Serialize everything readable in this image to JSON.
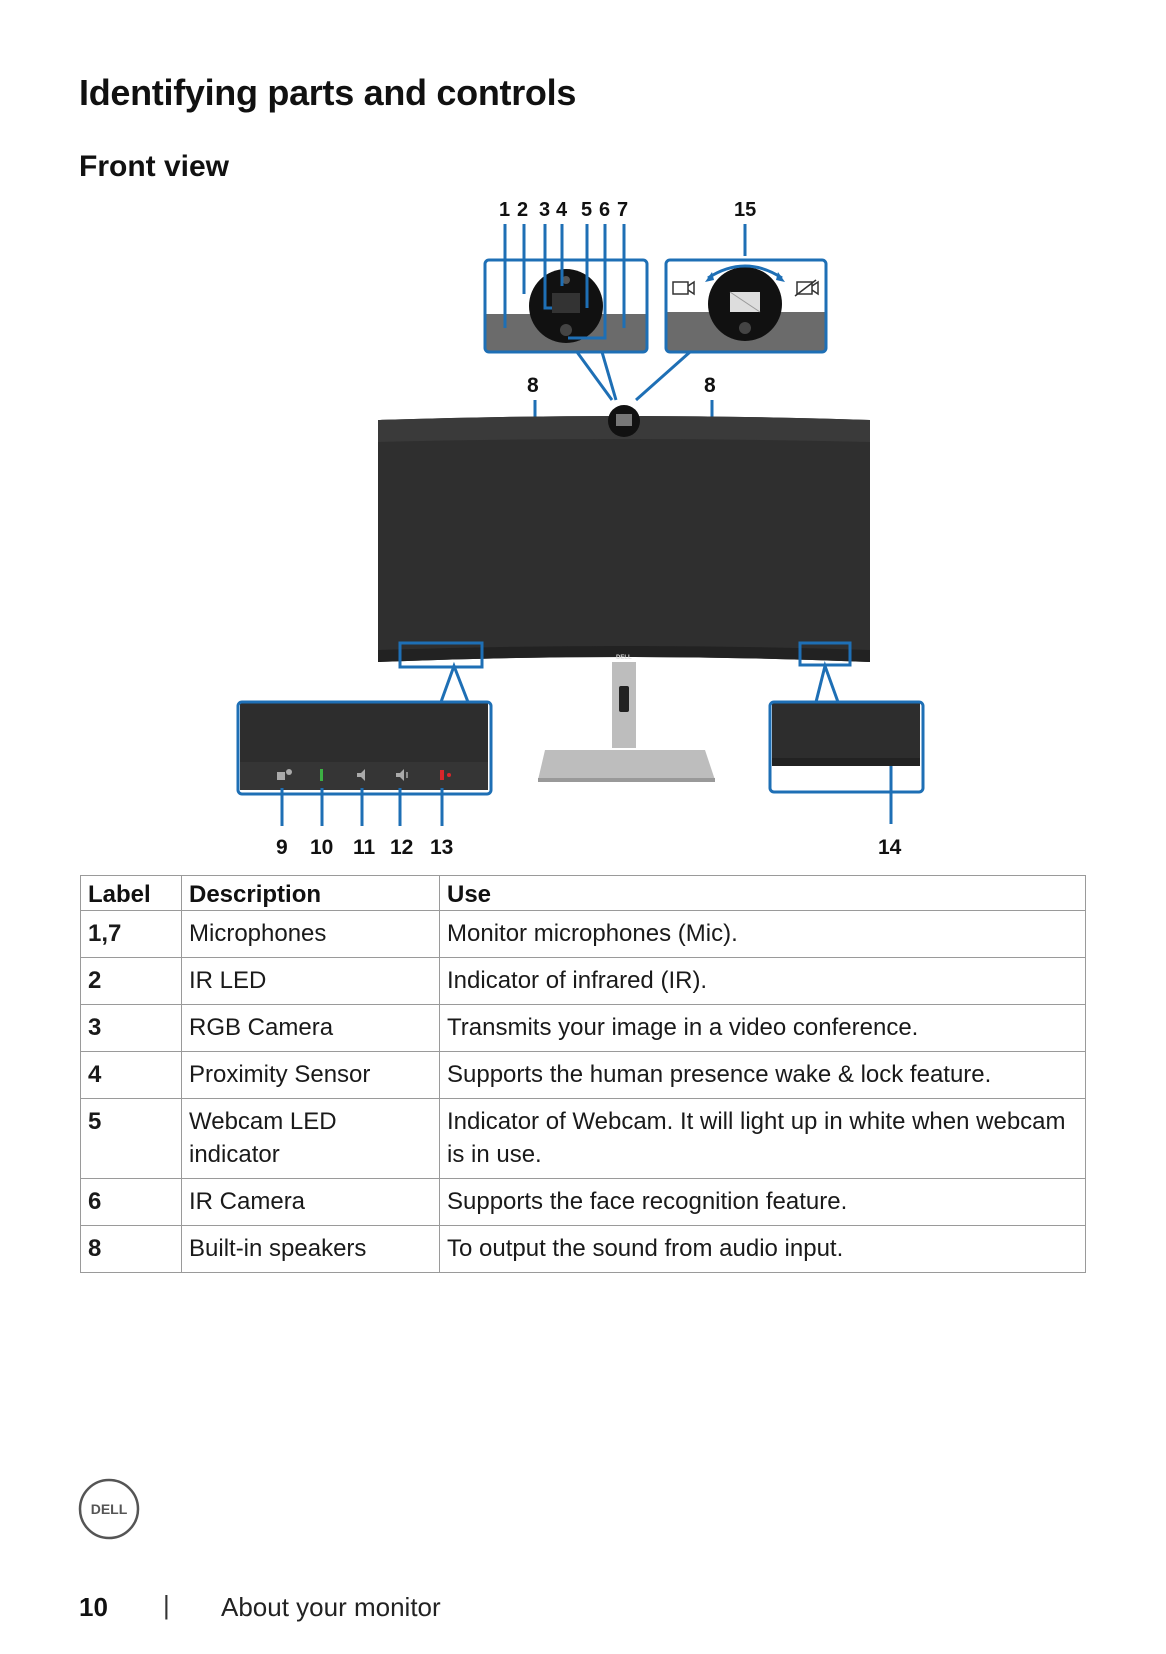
{
  "page": {
    "title": "Identifying parts and controls",
    "subtitle": "Front view",
    "page_number": "10",
    "separator": "|",
    "section": "About your monitor"
  },
  "figure": {
    "callouts_top_left": [
      "1",
      "2",
      "3",
      "4",
      "5",
      "6",
      "7"
    ],
    "callout_15": "15",
    "callout_8_left": "8",
    "callout_8_right": "8",
    "callouts_bottom": [
      "9",
      "10",
      "11",
      "12",
      "13"
    ],
    "callout_14": "14",
    "brand_text": "DELL",
    "colors": {
      "callout_blue": "#1e6fb5",
      "bezel": "#3a3a3a",
      "screen": "#2f2f2f",
      "panel_grey": "#6b6b6b",
      "stand": "#bdbdbd"
    },
    "icons": [
      "teams-icon",
      "call-icon",
      "volume-down-icon",
      "volume-up-icon",
      "mic-mute-icon",
      "camera-on-icon",
      "camera-off-icon"
    ]
  },
  "table": {
    "headers": [
      "Label",
      "Description",
      "Use"
    ],
    "rows": [
      {
        "label": "1,7",
        "description": "Microphones",
        "use": "Monitor microphones (Mic)."
      },
      {
        "label": "2",
        "description": "IR LED",
        "use": "Indicator of infrared (IR)."
      },
      {
        "label": "3",
        "description": "RGB Camera",
        "use": "Transmits your image in a video conference."
      },
      {
        "label": "4",
        "description": "Proximity Sensor",
        "use": "Supports the human presence wake & lock feature."
      },
      {
        "label": "5",
        "description": "Webcam LED indicator",
        "use": "Indicator of Webcam. It will light up in white when webcam is in use."
      },
      {
        "label": "6",
        "description": "IR Camera",
        "use": "Supports the face recognition feature."
      },
      {
        "label": "8",
        "description": "Built-in speakers",
        "use": "To output the sound from audio input."
      }
    ]
  },
  "logo": {
    "text": "DELL"
  }
}
